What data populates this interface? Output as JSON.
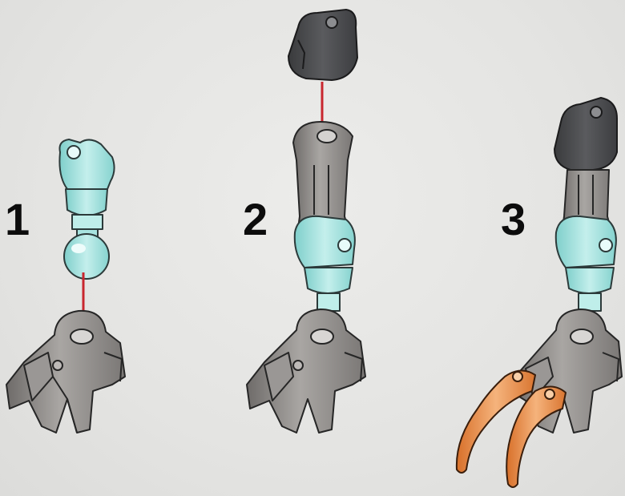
{
  "steps": [
    {
      "label": "1"
    },
    {
      "label": "2"
    },
    {
      "label": "3"
    }
  ],
  "colors": {
    "background": "#e6e6e4",
    "arrow": "#c8262e",
    "gray_part": "#8a8785",
    "dark_part": "#4a4b4d",
    "trans_teal_part": "#9fded9",
    "trans_orange_part": "#e8873c"
  }
}
